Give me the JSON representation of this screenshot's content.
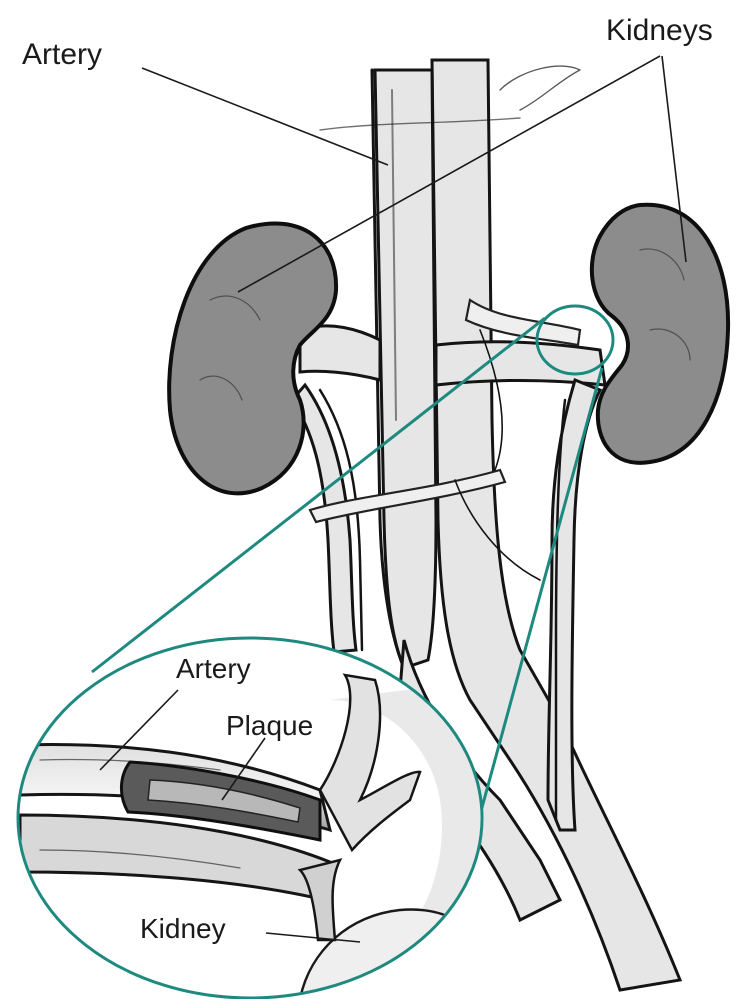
{
  "labels": {
    "artery_top": "Artery",
    "kidneys": "Kidneys",
    "artery_inset": "Artery",
    "plaque": "Plaque",
    "kidney": "Kidney"
  },
  "colors": {
    "callout": "#1e8a7f",
    "kidney_fill": "#8c8c8c",
    "vessel_fill": "#e6e6e6",
    "ink": "#141414"
  }
}
